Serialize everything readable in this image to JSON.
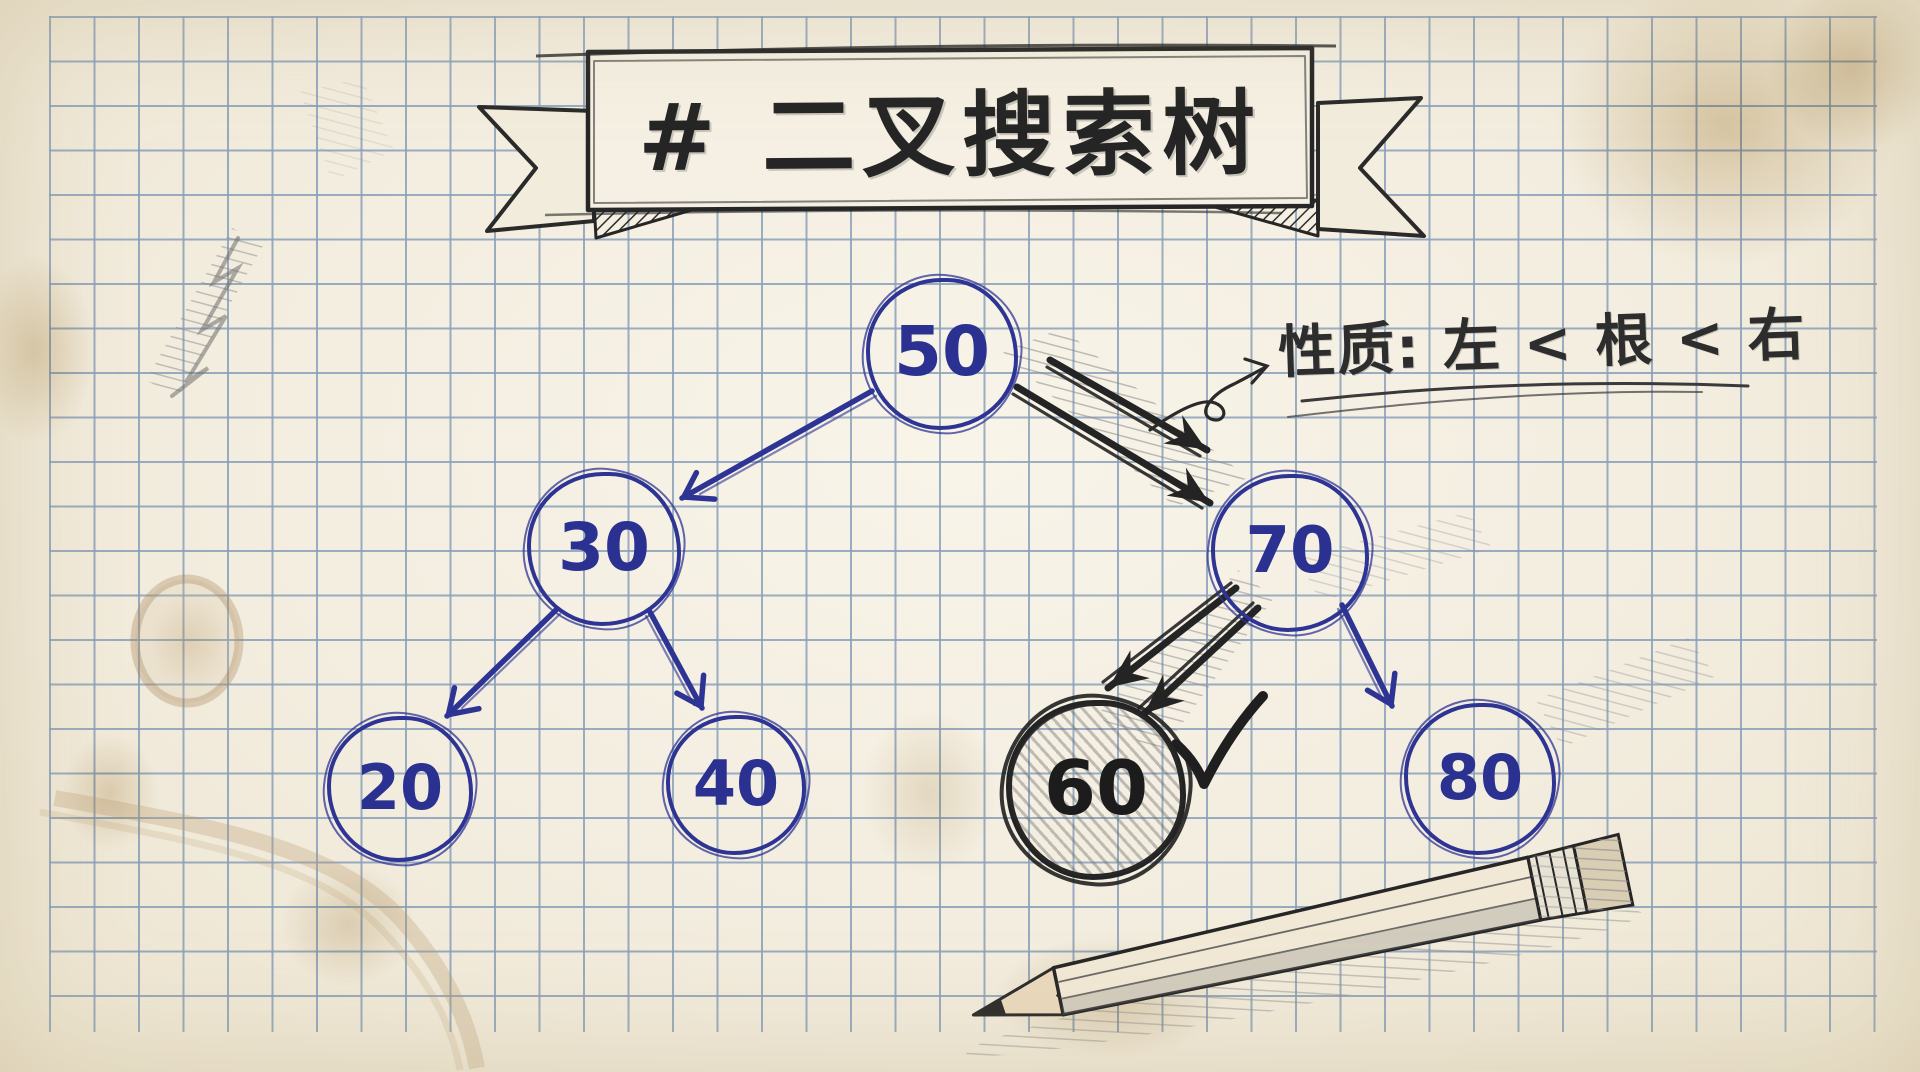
{
  "banner": {
    "title": "# 二叉搜索树"
  },
  "annotation": {
    "text": "性质: 左 < 根 < 右",
    "underlined": true
  },
  "tree": {
    "type": "binary-search-tree",
    "nodes": [
      {
        "value": "50",
        "role": "root",
        "ink": "blue"
      },
      {
        "value": "30",
        "role": "left-child-of-50",
        "ink": "blue"
      },
      {
        "value": "70",
        "role": "right-child-of-50",
        "ink": "blue"
      },
      {
        "value": "20",
        "role": "left-child-of-30",
        "ink": "blue"
      },
      {
        "value": "40",
        "role": "right-child-of-30",
        "ink": "blue"
      },
      {
        "value": "60",
        "role": "left-child-of-70",
        "ink": "black-highlighted"
      },
      {
        "value": "80",
        "role": "right-child-of-70",
        "ink": "blue"
      }
    ],
    "edges": [
      {
        "from": "50",
        "to": "30",
        "style": "blue-arrow"
      },
      {
        "from": "30",
        "to": "20",
        "style": "blue-arrow"
      },
      {
        "from": "30",
        "to": "40",
        "style": "blue-arrow"
      },
      {
        "from": "70",
        "to": "80",
        "style": "blue-arrow"
      },
      {
        "from": "50",
        "to": "70",
        "style": "black-double-arrow-with-pencil-shading"
      },
      {
        "from": "70",
        "to": "60",
        "style": "black-double-arrow-with-pencil-shading"
      }
    ],
    "search_path": [
      "50",
      "70",
      "60"
    ],
    "found_node": "60",
    "found_marker": "checkmark"
  },
  "icons": {
    "checkmark": "checkmark-icon",
    "pencil": "pencil-icon",
    "curved_arrow": "curved-arrow-icon",
    "ribbon_banner": "ribbon-banner"
  },
  "colors": {
    "paper": "#f3eddf",
    "grid_line": "#718eb0",
    "blue_ink": "#2d3493",
    "black_ink": "#242424",
    "pencil_gray": "#8a8a8a",
    "stain": "#d5bf97"
  }
}
